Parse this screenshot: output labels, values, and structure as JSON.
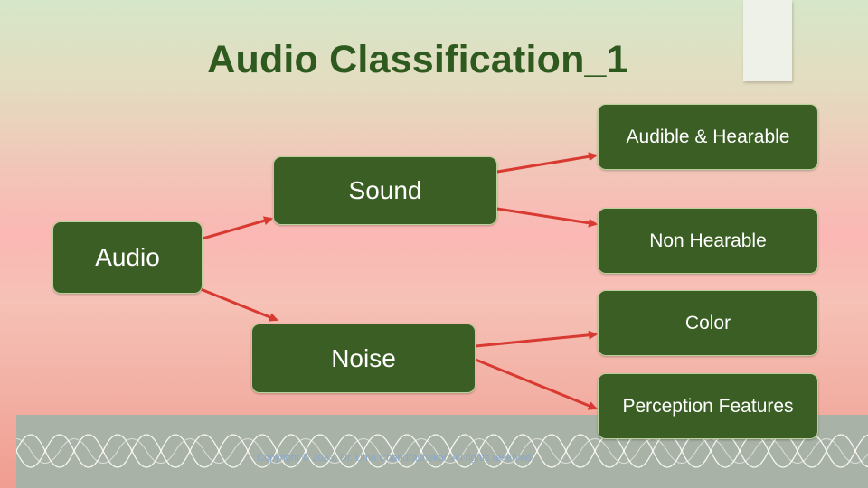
{
  "slide": {
    "title": "Audio Classification_1",
    "copyright": "Copyright © 2023, Dr. Uma Chandrashekar. All rights reserved."
  },
  "nodes": {
    "audio": "Audio",
    "sound": "Sound",
    "noise": "Noise",
    "audible": "Audible & Hearable",
    "non_hearable": "Non Hearable",
    "color": "Color",
    "perception": "Perception Features"
  },
  "colors": {
    "node_fill": "#3b5e25",
    "arrow": "#d83a32",
    "title": "#2f5a1f"
  }
}
